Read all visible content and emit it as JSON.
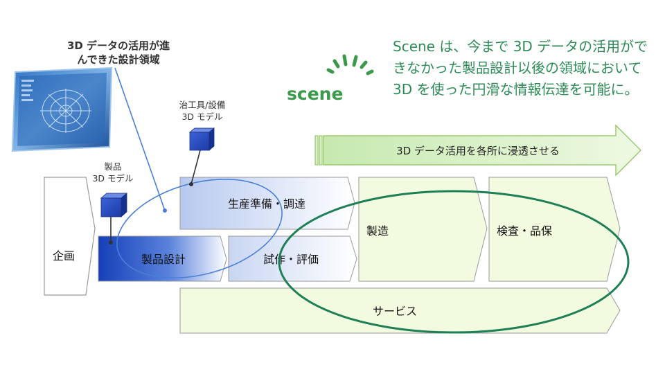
{
  "callout": {
    "line1": "3D データの活用が進",
    "line2": "んできた設計領域"
  },
  "logo": {
    "text": "scene"
  },
  "description": "Scene は、今まで 3D データの活用ができなかった製品設計以後の領域において 3D を使った円滑な情報伝達を可能に。",
  "banner": {
    "label": "3D データ活用を各所に浸透させる"
  },
  "models": {
    "product": {
      "line1": "製品",
      "line2": "3D モデル"
    },
    "jig": {
      "line1": "治工具/設備",
      "line2": "3D モデル"
    }
  },
  "processes": {
    "planning": "企画",
    "design": "製品設計",
    "production_prep": "生産準備・調達",
    "prototype": "試作・評価",
    "manufacturing": "製造",
    "inspection": "検査・品保",
    "service": "サービス"
  },
  "colors": {
    "accent_green": "#2e8b57",
    "logo_green": "#3a9a4a",
    "ellipse_green": "#1e7f56",
    "design_blue": "#1a4fc4",
    "callout_blue": "#4a7fd6",
    "pale_green": "#f2fae0",
    "box_border": "#9a9a9a"
  }
}
